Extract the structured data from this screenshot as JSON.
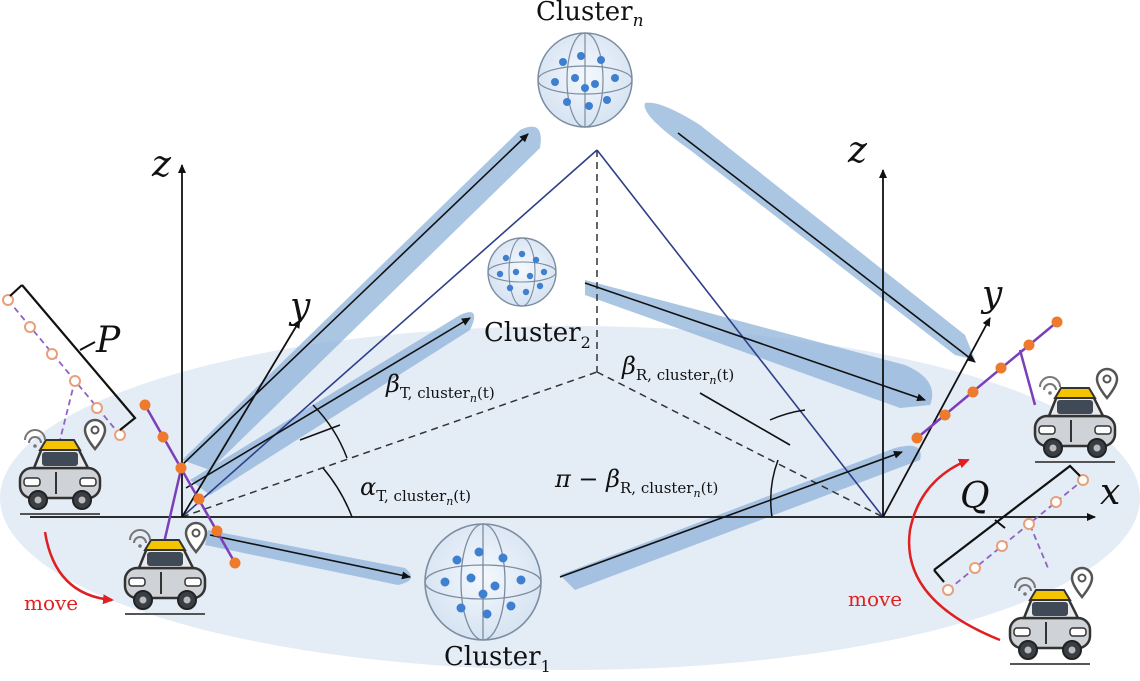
{
  "clusters": {
    "n": {
      "base": "Cluster",
      "sub": "n"
    },
    "two": {
      "base": "Cluster",
      "sub": "2"
    },
    "one": {
      "base": "Cluster",
      "sub": "1"
    }
  },
  "axes": {
    "tx": {
      "z": "z",
      "y": "y"
    },
    "rx": {
      "z": "z",
      "y": "y",
      "x": "x"
    }
  },
  "arrays": {
    "tx": "P",
    "rx": "Q"
  },
  "angles": {
    "beta_t": {
      "sym": "β",
      "sub": "T, cluster",
      "subsub": "n",
      "tail": "(t)"
    },
    "alpha_t": {
      "sym": "α",
      "sub": "T, cluster",
      "subsub": "n",
      "tail": "(t)"
    },
    "beta_r": {
      "sym": "β",
      "sub": "R, cluster",
      "subsub": "n",
      "tail": "(t)"
    },
    "pi_minus_beta_r": {
      "prefix": "π − ",
      "sym": "β",
      "sub": "R, cluster",
      "subsub": "n",
      "tail": "(t)"
    }
  },
  "move_labels": {
    "left": "move",
    "right": "move"
  },
  "colors": {
    "beam": "#7aa7d4",
    "ground": "#dfe9f5",
    "array_dot": "#ee7a2d",
    "array_line": "#7b3fb8",
    "move_arrow": "#e02020",
    "cluster_dot": "#3f7fcf"
  },
  "icons": [
    "car-icon",
    "wifi-icon",
    "location-pin-icon",
    "globe-cluster-icon"
  ]
}
